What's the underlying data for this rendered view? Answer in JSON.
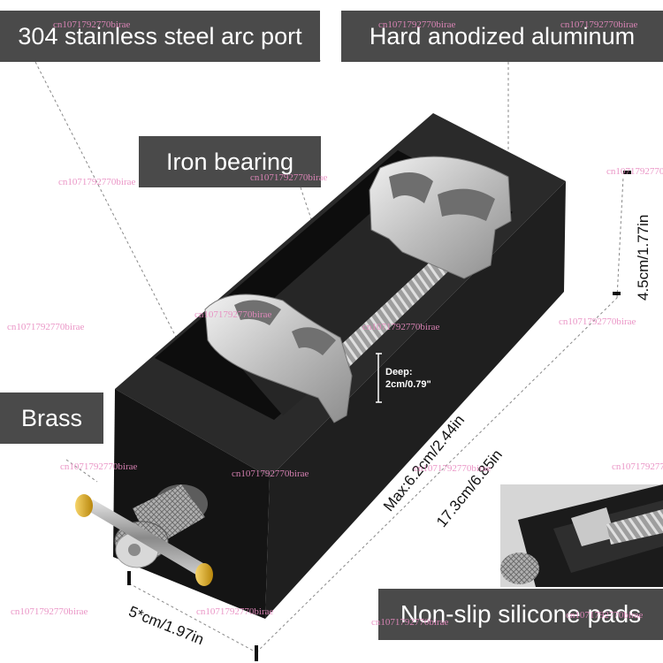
{
  "labels": {
    "steel": "304 stainless steel arc port",
    "aluminum": "Hard anodized aluminum",
    "iron": "Iron bearing",
    "brass": "Brass",
    "pads": "Non-slip silicone pads"
  },
  "dimensions": {
    "height": "4.5cm/1.77in",
    "max_opening": "Max:6.2cm/2.44in",
    "length": "17.3cm/6.85in",
    "width": "5*cm/1.97in",
    "deep_line1": "Deep:",
    "deep_line2": "2cm/0.79\""
  },
  "watermark": "cn1071792770birae",
  "colors": {
    "label_bg": "#4a4a4a",
    "body": "#1c1c1c",
    "steel": "#c8c8c8",
    "brass": "#d4a017",
    "watermark": "#e88ac0"
  }
}
